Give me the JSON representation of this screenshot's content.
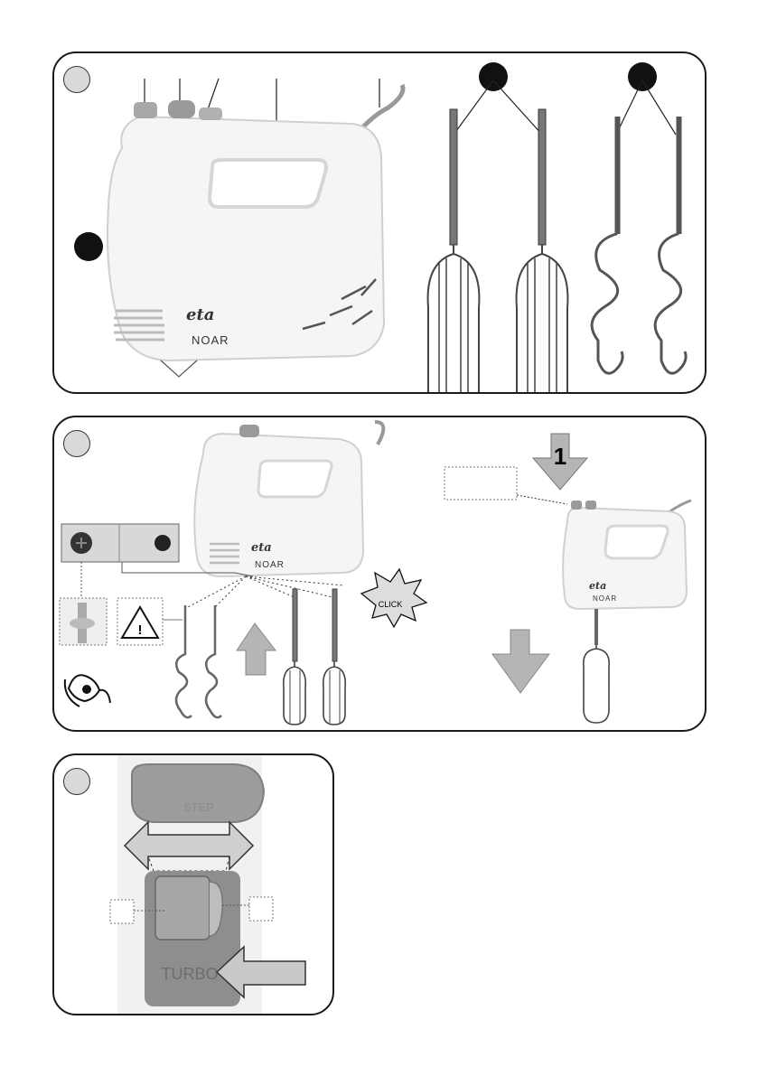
{
  "brand": "eta",
  "model": "NOAR",
  "click_label": "CLICK",
  "step_number": "1",
  "warning_symbol": "!",
  "turbo_label": "TURBO",
  "speed_label": "STEP",
  "colors": {
    "outline": "#1a1a1a",
    "panel_bg": "#ffffff",
    "number_badge": "#d9d9d9",
    "mixer_body": "#f4f4f4",
    "accent_grey": "#9a9a9a",
    "arrow_fill": "#b5b5b5",
    "metal": "#8c8c8c"
  },
  "icons": [
    "warning-triangle-icon",
    "click-burst-icon",
    "eye-icon",
    "arrow-up-icon",
    "arrow-down-icon",
    "arrow-left-icon",
    "double-arrow-icon"
  ]
}
